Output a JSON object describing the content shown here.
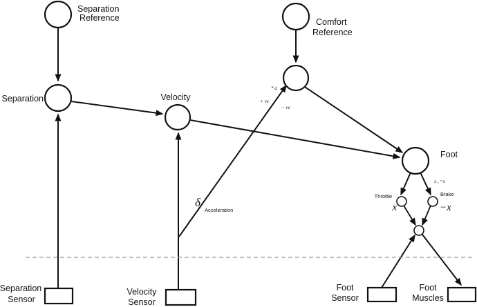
{
  "nodes": {
    "separation_reference": {
      "line1": "Separation",
      "line2": "Reference"
    },
    "comfort_reference": {
      "line1": "Comfort",
      "line2": "Reference"
    },
    "separation": {
      "label": "Separation"
    },
    "velocity": {
      "label": "Velocity"
    },
    "foot": {
      "label": "Foot"
    },
    "throttle": {
      "label": "Throttle",
      "symbol": "x"
    },
    "brake": {
      "label": "Brake",
      "symbol": "−x"
    }
  },
  "annotations": {
    "gain": "* a",
    "plus_ve": "+ ve",
    "minus_ve": "− ve",
    "delta": "δ",
    "acceleration": "Acceleration",
    "foot_output_eq": {
      "base": "x",
      "sub": "t",
      "rest": "=x"
    }
  },
  "blocks": {
    "separation_sensor": {
      "line1": "Separation",
      "line2": "Sensor"
    },
    "velocity_sensor": {
      "line1": "Velocity",
      "line2": "Sensor"
    },
    "foot_sensor": {
      "line1": "Foot",
      "line2": "Sensor"
    },
    "foot_muscles": {
      "line1": "Foot",
      "line2": "Muscles"
    }
  },
  "colors": {
    "line": "#111111",
    "dashed_boundary": "#999999",
    "background": "#ffffff"
  }
}
